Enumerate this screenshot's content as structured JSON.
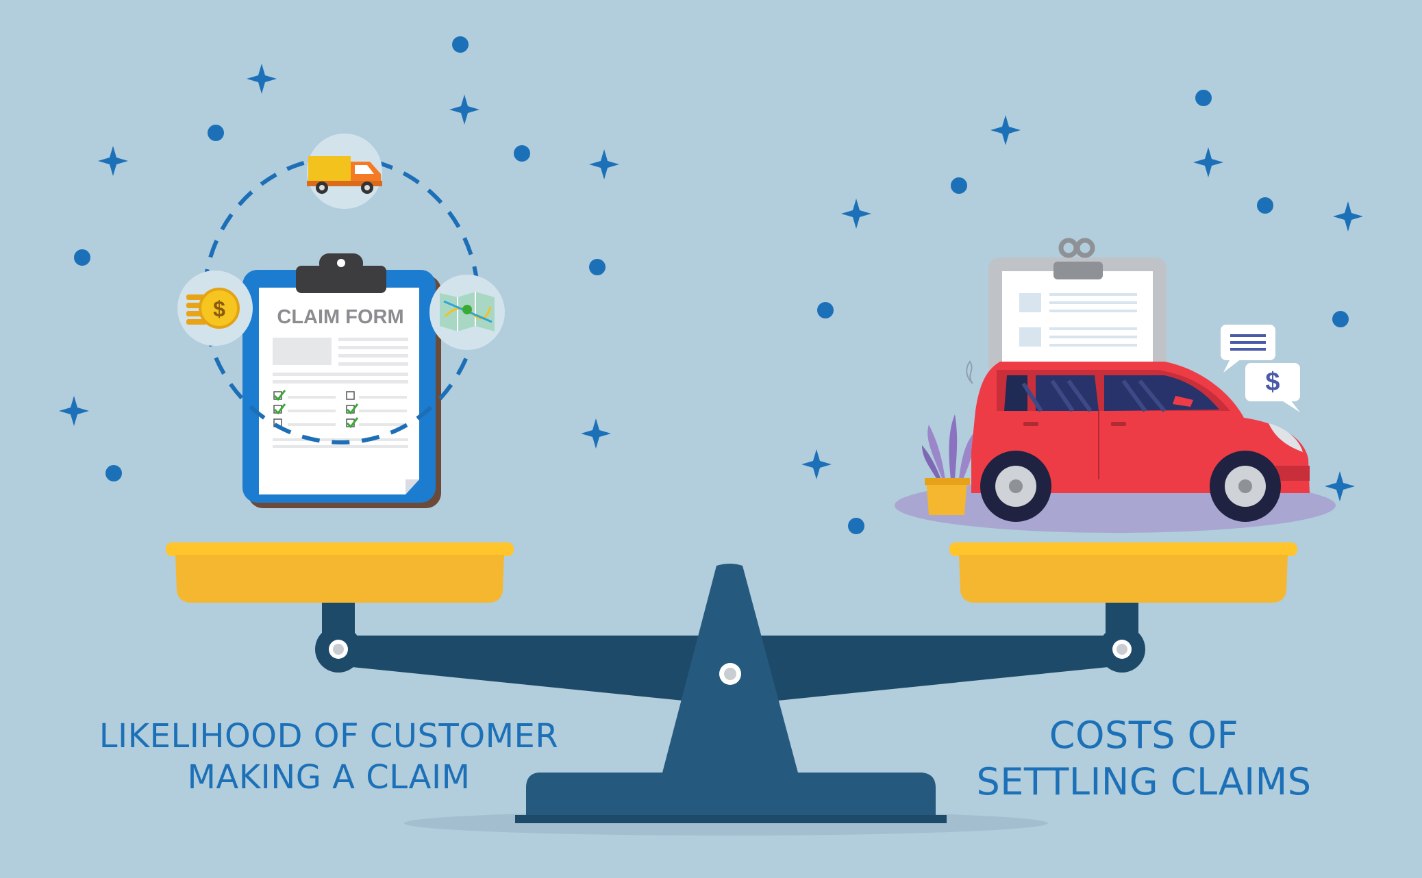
{
  "claim_form": {
    "title": "CLAIM FORM"
  },
  "icons": {
    "coin_symbol": "$",
    "bubble_symbol": "$"
  },
  "captions": {
    "left_line1": "LIKELIHOOD OF CUSTOMER",
    "left_line2": "MAKING A CLAIM",
    "right_line1": "COSTS OF",
    "right_line2": "SETTLING CLAIMS"
  },
  "colors": {
    "background": "#b2cddc",
    "accent_blue": "#1b70b7",
    "scale_dark": "#1e4a6a",
    "pan_yellow": "#f5b72f",
    "car_red": "#ee3c47"
  }
}
